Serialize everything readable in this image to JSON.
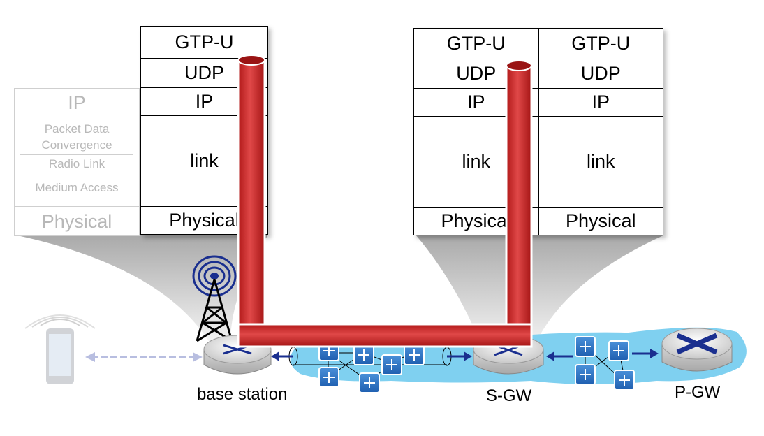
{
  "ghost_stack": {
    "ip": "IP",
    "pdcp_line1": "Packet Data",
    "pdcp_line2": "Convergence",
    "rlc": "Radio Link",
    "mac": "Medium Access",
    "physical": "Physical"
  },
  "base_station_stack": {
    "gtp": "GTP-U",
    "udp": "UDP",
    "ip": "IP",
    "link": "link",
    "physical": "Physical"
  },
  "sgw_stack": {
    "left": {
      "gtp": "GTP-U",
      "udp": "UDP",
      "ip": "IP",
      "link": "link",
      "physical": "Physical"
    },
    "right": {
      "gtp": "GTP-U",
      "udp": "UDP",
      "ip": "IP",
      "link": "link",
      "physical": "Physical"
    }
  },
  "labels": {
    "base_station": "base station",
    "sgw": "S-GW",
    "pgw": "P-GW"
  },
  "colors": {
    "tunnel": "#d42a2a",
    "core_network": "#7fd0f0",
    "link_arrow": "#1a2f8f",
    "ghost_text": "#b8b8b8"
  }
}
